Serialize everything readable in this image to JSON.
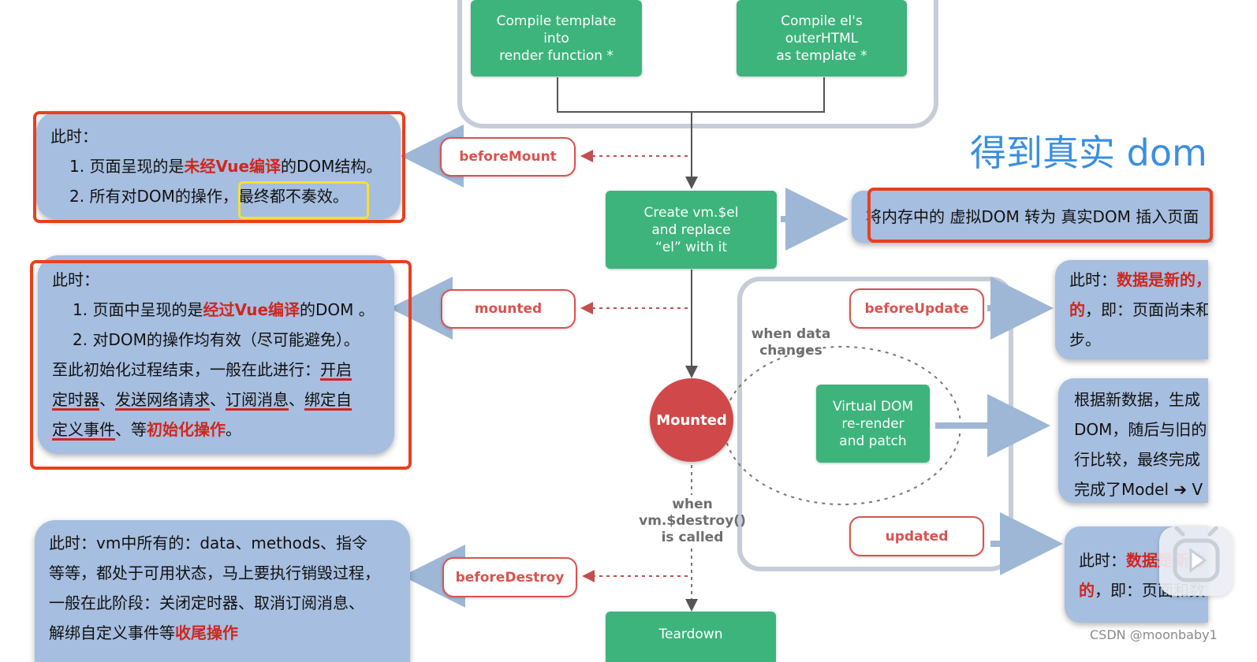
{
  "boxes": {
    "compile_template": "Compile template\ninto\nrender function *",
    "compile_el": "Compile el's\nouterHTML\nas template *",
    "create_el": "Create vm.$el\nand replace\n“el” with it",
    "virtual_dom": "Virtual DOM\nre-render\nand patch",
    "teardown": "Teardown"
  },
  "hooks": {
    "before_mount": "beforeMount",
    "mounted": "mounted",
    "before_update": "beforeUpdate",
    "updated": "updated",
    "before_destroy": "beforeDestroy"
  },
  "circle_label": "Mounted",
  "labels": {
    "when_data_changes": "when data\nchanges",
    "when_destroy": "when\nvm.$destroy()\nis called"
  },
  "handwritten_title": "得到真实 dom",
  "notes": {
    "before_mount": {
      "head": "此时：",
      "l1_pre": "1. 页面呈现的是",
      "l1_red": "未经Vue编译",
      "l1_post": "的DOM结构。",
      "l2_pre": "2. 所有对DOM的操作，",
      "l2_box": "最终都不奏效。"
    },
    "mounted": {
      "head": "此时：",
      "l1_pre": "1. 页面中呈现的是",
      "l1_red": "经过Vue编译",
      "l1_post": "的DOM 。",
      "l2": "2. 对DOM的操作均有效（尽可能避免）。",
      "l3_pre": "至此初始化过程结束，一般在此进行：",
      "l3_u": "开启",
      "l4_u1": "定时器",
      "l4_s1": "、",
      "l4_u2": "发送网络请求",
      "l4_s2": "、",
      "l4_u3": "订阅消息",
      "l4_s3": "、",
      "l4_u4": "绑定自",
      "l5_u": "定义事件",
      "l5_mid": "、等",
      "l5_red": "初始化操作",
      "l5_end": "。"
    },
    "before_destroy": {
      "l1": "此时：vm中所有的：data、methods、指令",
      "l2": "等等，都处于可用状态，马上要执行销毁过程，",
      "l3": "一般在此阶段：关闭定时器、取消订阅消息、",
      "l4_pre": "解绑自定义事件等",
      "l4_red": "收尾操作"
    },
    "insert_dom": "将内存中的 虚拟DOM 转为 真实DOM 插入页面",
    "before_update": {
      "head": "此时：",
      "head_red": "数据是新的，",
      "l2_red": "的",
      "l2_post": "，即：页面尚未和",
      "l3": "步。"
    },
    "virtual_dom": {
      "l1": "根据新数据，生成",
      "l2": "DOM，随后与旧的",
      "l3": "行比较，最终完成",
      "l4": "完成了Model ➔ V"
    },
    "updated": {
      "head": "此时：",
      "head_red": "数据是新的",
      "l2_red": "的",
      "l2_post": "，即：页面和数"
    }
  },
  "watermark": "CSDN @moonbaby1",
  "colors": {
    "green": "#3db47c",
    "hook_red": "#d9534f",
    "note_blue": "#a6bedf",
    "frame_red": "#e8401f",
    "frame_yellow": "#f4e132",
    "title_blue": "#3a8fe0"
  }
}
